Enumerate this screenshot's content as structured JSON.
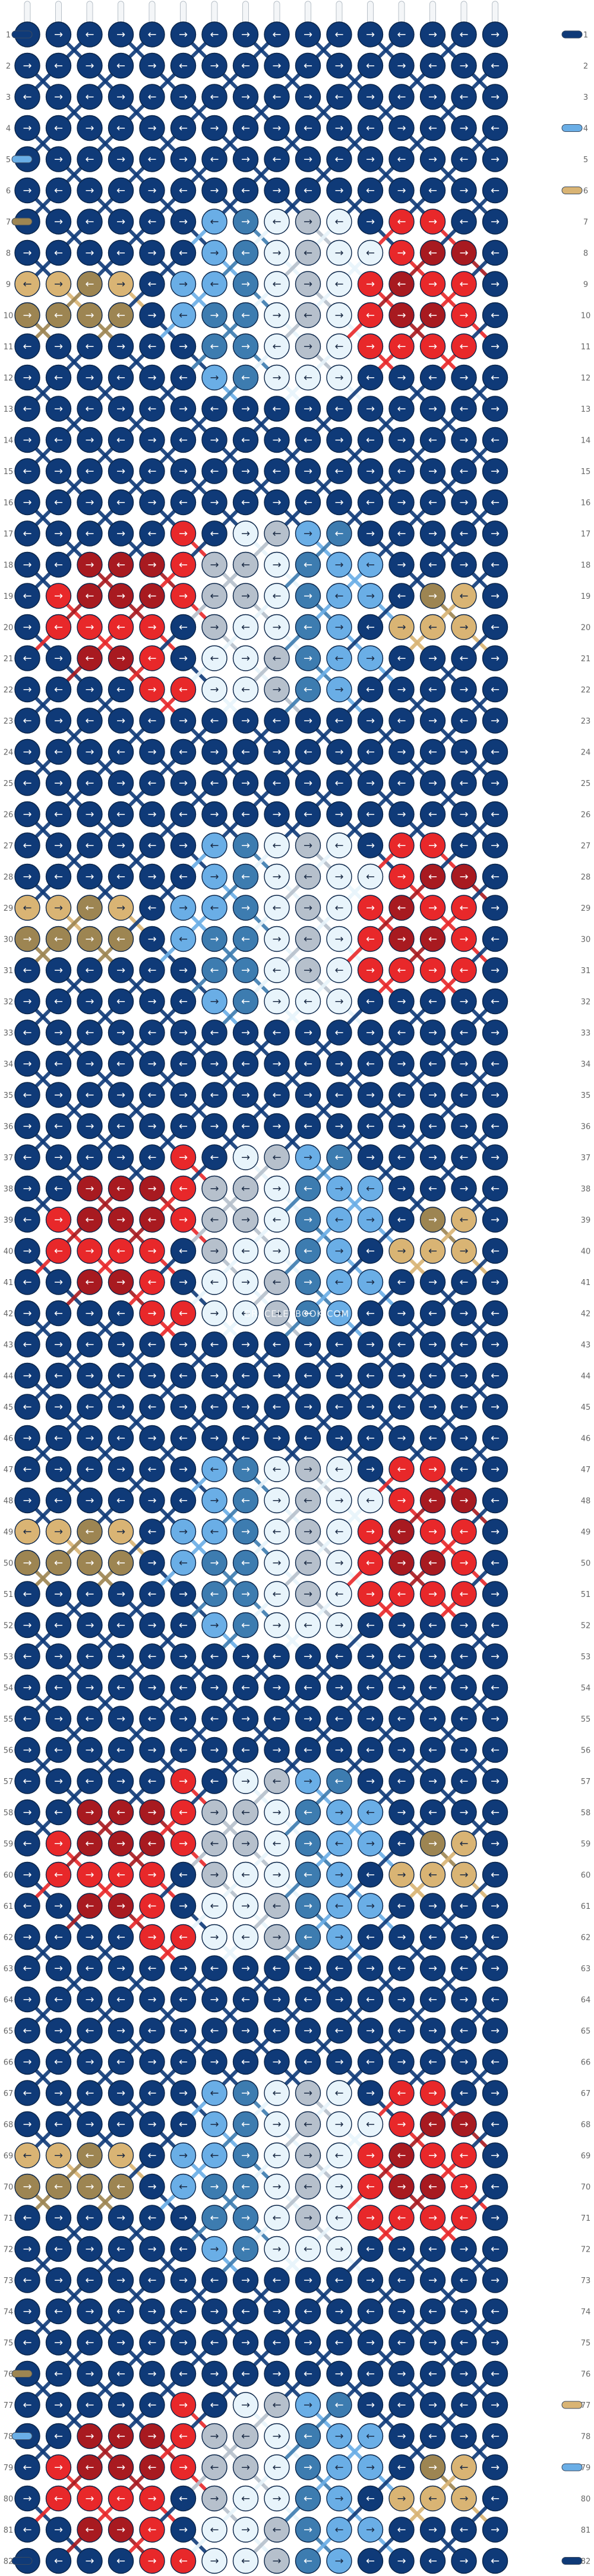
{
  "pattern": {
    "kind": "friendship-bracelet-alpha-pattern",
    "columns": 16,
    "rows": 82,
    "row_numbers": [
      "1",
      "2",
      "3",
      "4",
      "5",
      "6",
      "7",
      "8",
      "9",
      "10",
      "11",
      "12",
      "13",
      "14",
      "15",
      "16",
      "17",
      "18",
      "19",
      "20",
      "21",
      "22",
      "23",
      "24",
      "25",
      "26",
      "27",
      "28",
      "29",
      "30",
      "31",
      "32",
      "33",
      "34",
      "35",
      "36",
      "37",
      "38",
      "39",
      "40",
      "41",
      "42",
      "43",
      "44",
      "45",
      "46",
      "47",
      "48",
      "49",
      "50",
      "51",
      "52",
      "53",
      "54",
      "55",
      "56",
      "57",
      "58",
      "59",
      "60",
      "61",
      "62",
      "63",
      "64",
      "65",
      "66",
      "67",
      "68",
      "69",
      "70",
      "71",
      "72",
      "73",
      "74",
      "75",
      "76",
      "77",
      "78",
      "79",
      "80",
      "81",
      "82"
    ],
    "watermark": "BRACELETBOOK.COM",
    "colors": {
      "navy": "#0f3a78",
      "light_blue": "#6aaee6",
      "steel_blue": "#3d7cb0",
      "ice": "#e8f4fb",
      "grey": "#b6c0cc",
      "red": "#e8282a",
      "dark_red": "#a81a20",
      "tan": "#d9b474",
      "khaki": "#9d8552"
    },
    "legend": {
      "N": "navy",
      "L": "light_blue",
      "S": "steel_blue",
      "I": "ice",
      "G": "grey",
      "R": "red",
      "D": "dark_red",
      "T": "tan",
      "K": "khaki"
    },
    "arrow_icons": {
      "right": "arrow-right-icon",
      "left": "arrow-left-icon"
    },
    "motif_grid": [
      "NNNNNNNNNNNNNNNN",
      "NNNNNNNNNNNNNNNN",
      "NNNNNNNNNNNNNNNN",
      "NNNNNNLSIGINRRNN",
      "NNNNNNLSIGIIRDDN",
      "TTKTNLLSIGIRDRRN",
      "KKKKNLSSIGIRDDRN",
      "NNNNNNSSIGIRRRRN",
      "NNNNNNLSIIINNNNN",
      "NNNNNNNNNNNNNNNN",
      "NNNNNNNNNNNNNNNN",
      "NNNNNNNNNNNNNNNN",
      "NNNNNNNNNNNNNNNN",
      "NNNNNRNIGLSNNNNN",
      "NNDDDRGGISLLNNNN",
      "NRDDDRGGISLLNKTN",
      "NRRRRNGIISLNTTTN",
      "NNDDRNIIGSLLNNNN",
      "NNNNRRIIGSLNNNNN",
      "NNNNNNNNNNNNNNNN"
    ],
    "motif_start_row": 4,
    "motif_period_rows": 20,
    "watermark_row": 42,
    "side_threads": [
      {
        "row": 1,
        "side": "left",
        "color": "navy"
      },
      {
        "row": 1,
        "side": "right",
        "color": "navy"
      },
      {
        "row": 4,
        "side": "right",
        "color": "light_blue"
      },
      {
        "row": 5,
        "side": "left",
        "color": "light_blue"
      },
      {
        "row": 6,
        "side": "right",
        "color": "tan"
      },
      {
        "row": 7,
        "side": "left",
        "color": "khaki"
      },
      {
        "row": 76,
        "side": "left",
        "color": "khaki"
      },
      {
        "row": 77,
        "side": "right",
        "color": "tan"
      },
      {
        "row": 78,
        "side": "left",
        "color": "light_blue"
      },
      {
        "row": 79,
        "side": "right",
        "color": "light_blue"
      },
      {
        "row": 82,
        "side": "left",
        "color": "navy"
      },
      {
        "row": 82,
        "side": "right",
        "color": "navy"
      }
    ]
  }
}
